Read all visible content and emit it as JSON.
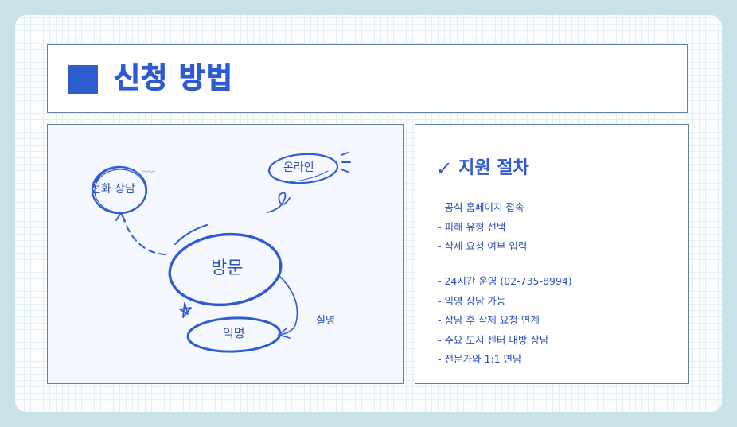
{
  "header": {
    "title": "신청 방법",
    "marker_icon": "blue-square-icon"
  },
  "mindmap": {
    "center": "방문",
    "nodes": {
      "phone": "전화 상담",
      "online": "온라인",
      "anonymous": "익명"
    },
    "side_label": "실명",
    "decorations": [
      "star-icon",
      "squiggle-icon",
      "spark-lines-icon"
    ]
  },
  "procedure": {
    "check_icon": "✓",
    "title": "지원 절차",
    "group_a": [
      "- 공식 홈페이지 접속",
      "- 피해 유형 선택",
      "- 삭제 요청 여부 입력"
    ],
    "group_b": [
      "- 24시간 운영 (02-735-8994)",
      "- 익명 상담 가능",
      "- 상담 후 삭제 요청 연계",
      "- 주요 도시 센터 내방 상담",
      "- 전문가와 1:1 면담"
    ]
  },
  "colors": {
    "accent": "#2f5bd1",
    "text": "#2a4fb8",
    "page_bg": "#c9e1e8",
    "border": "#5f7fa8"
  }
}
